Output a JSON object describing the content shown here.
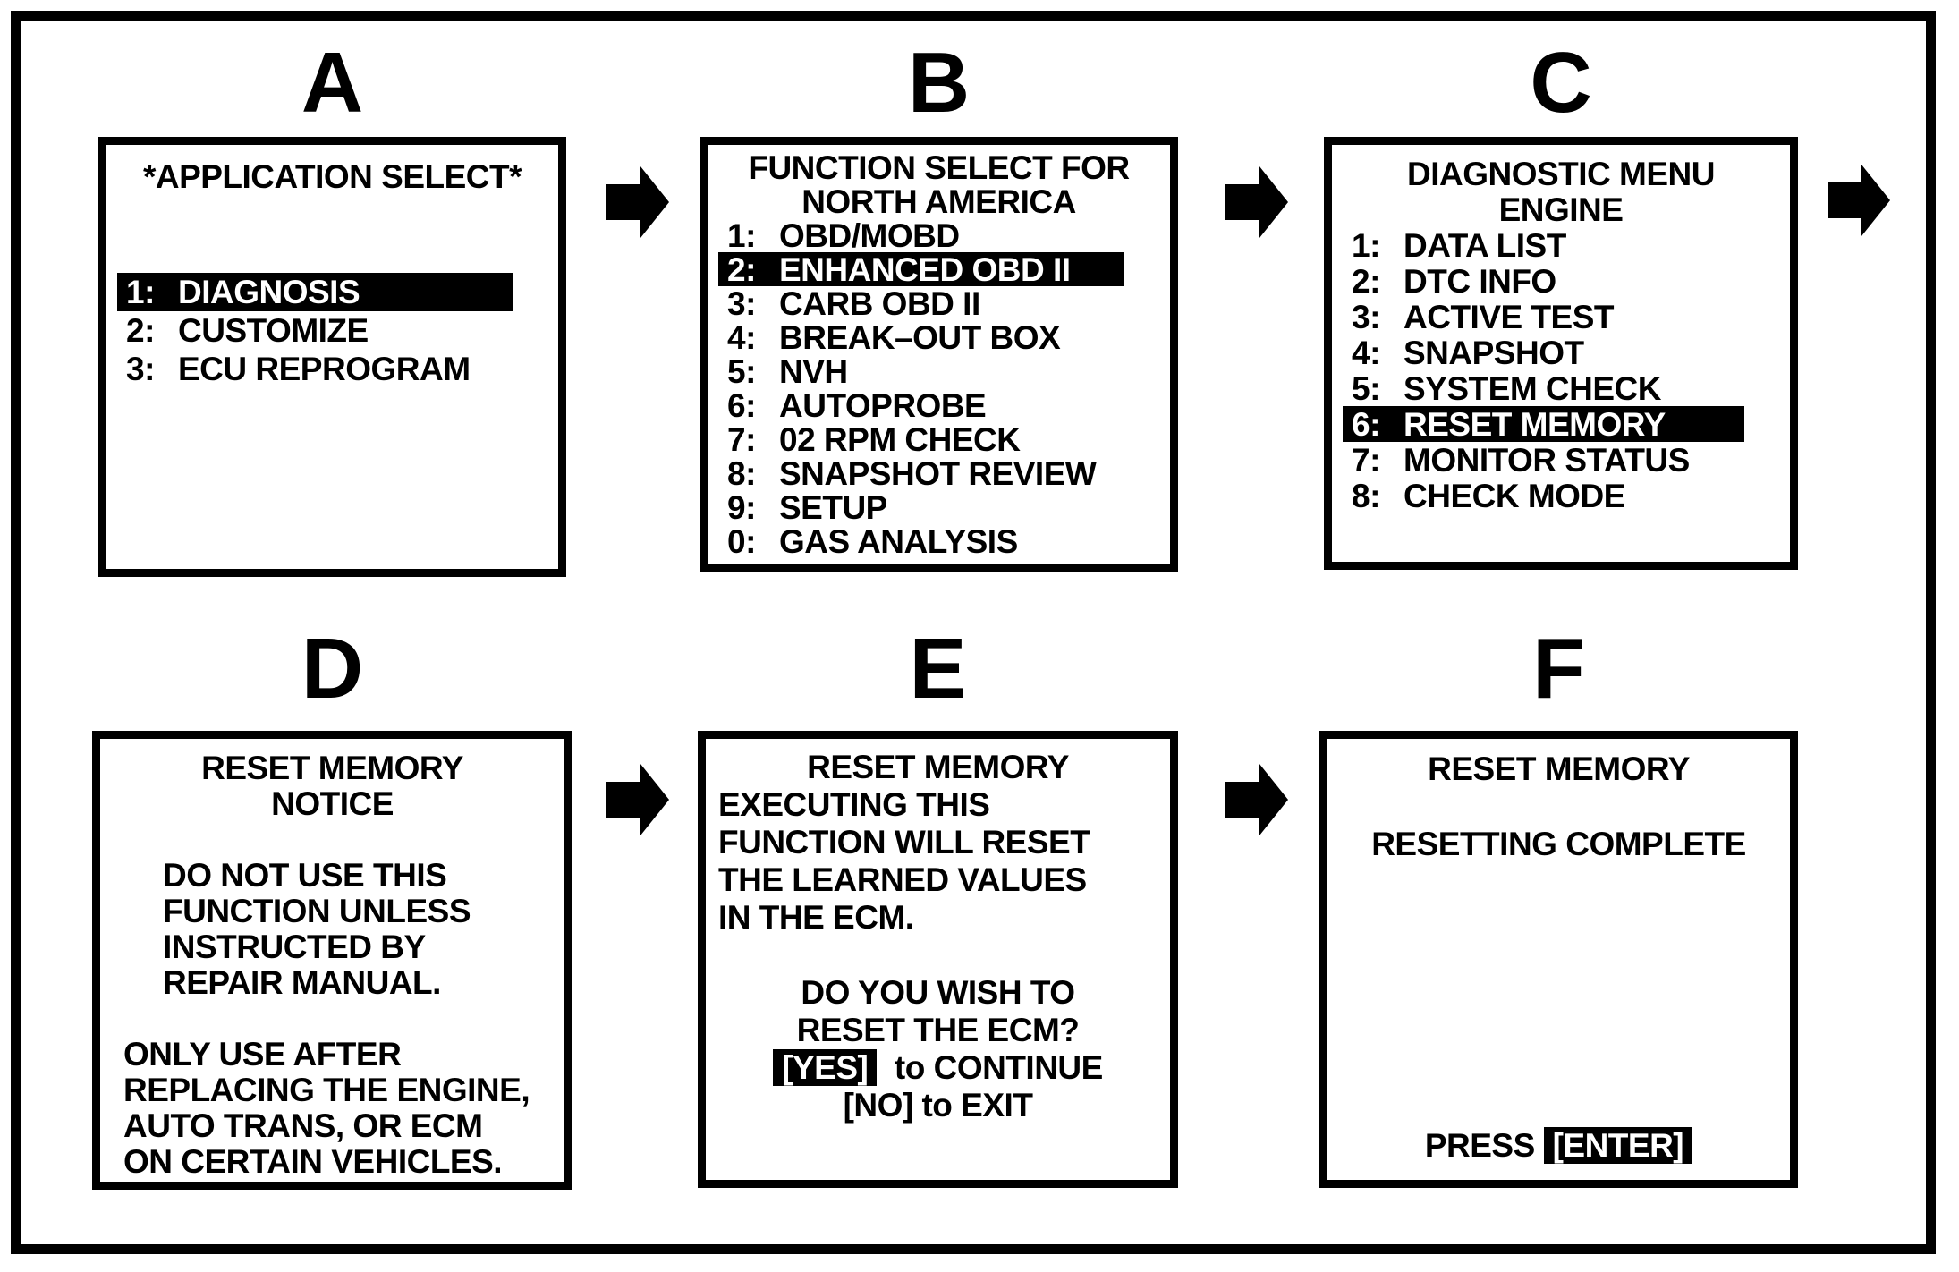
{
  "figure": {
    "ink_color": "#000000",
    "paper_color": "#ffffff",
    "panels": [
      {
        "id": "A",
        "label": "A",
        "lines": [
          {
            "t": "center",
            "text": "*APPLICATION SELECT*"
          },
          {
            "t": "blank"
          },
          {
            "t": "blank"
          },
          {
            "t": "item",
            "num": "1:",
            "label": "DIAGNOSIS",
            "hl": true
          },
          {
            "t": "item",
            "num": "2:",
            "label": "CUSTOMIZE"
          },
          {
            "t": "item",
            "num": "3:",
            "label": "ECU REPROGRAM"
          }
        ]
      },
      {
        "id": "B",
        "label": "B",
        "lines": [
          {
            "t": "center",
            "text": "FUNCTION SELECT FOR"
          },
          {
            "t": "center",
            "text": "NORTH AMERICA"
          },
          {
            "t": "item",
            "num": "1:",
            "label": "OBD/MOBD"
          },
          {
            "t": "item",
            "num": "2:",
            "label": "ENHANCED OBD II",
            "hl": true
          },
          {
            "t": "item",
            "num": "3:",
            "label": "CARB OBD II"
          },
          {
            "t": "item",
            "num": "4:",
            "label": "BREAK–OUT BOX"
          },
          {
            "t": "item",
            "num": "5:",
            "label": "NVH"
          },
          {
            "t": "item",
            "num": "6:",
            "label": "AUTOPROBE"
          },
          {
            "t": "item",
            "num": "7:",
            "label": "02 RPM CHECK"
          },
          {
            "t": "item",
            "num": "8:",
            "label": "SNAPSHOT REVIEW"
          },
          {
            "t": "item",
            "num": "9:",
            "label": "SETUP"
          },
          {
            "t": "item",
            "num": "0:",
            "label": "GAS ANALYSIS"
          }
        ]
      },
      {
        "id": "C",
        "label": "C",
        "lines": [
          {
            "t": "center",
            "text": "DIAGNOSTIC MENU"
          },
          {
            "t": "center",
            "text": "ENGINE"
          },
          {
            "t": "item",
            "num": "1:",
            "label": "DATA LIST"
          },
          {
            "t": "item",
            "num": "2:",
            "label": "DTC INFO"
          },
          {
            "t": "item",
            "num": "3:",
            "label": "ACTIVE TEST"
          },
          {
            "t": "item",
            "num": "4:",
            "label": "SNAPSHOT"
          },
          {
            "t": "item",
            "num": "5:",
            "label": "SYSTEM CHECK"
          },
          {
            "t": "item",
            "num": "6:",
            "label": "RESET MEMORY",
            "hl": true
          },
          {
            "t": "item",
            "num": "7:",
            "label": "MONITOR STATUS"
          },
          {
            "t": "item",
            "num": "8:",
            "label": "CHECK MODE"
          }
        ]
      },
      {
        "id": "D",
        "label": "D",
        "lines": [
          {
            "t": "center",
            "text": "RESET MEMORY"
          },
          {
            "t": "center",
            "text": "NOTICE"
          },
          {
            "t": "blank"
          },
          {
            "t": "left",
            "text": "DO NOT USE THIS"
          },
          {
            "t": "left",
            "text": "FUNCTION UNLESS"
          },
          {
            "t": "left",
            "text": "INSTRUCTED BY"
          },
          {
            "t": "left",
            "text": "REPAIR MANUAL."
          },
          {
            "t": "blank"
          },
          {
            "t": "left",
            "text": "ONLY USE AFTER"
          },
          {
            "t": "left",
            "text": "REPLACING THE ENGINE,"
          },
          {
            "t": "left",
            "text": "AUTO TRANS, OR ECM"
          },
          {
            "t": "left",
            "text": "ON CERTAIN VEHICLES."
          }
        ]
      },
      {
        "id": "E",
        "label": "E",
        "lines": [
          {
            "t": "center",
            "text": "RESET MEMORY"
          },
          {
            "t": "left",
            "text": "EXECUTING THIS"
          },
          {
            "t": "left",
            "text": "FUNCTION WILL RESET"
          },
          {
            "t": "left",
            "text": "THE LEARNED VALUES"
          },
          {
            "t": "left",
            "text": "IN THE ECM."
          },
          {
            "t": "blank"
          },
          {
            "t": "center",
            "text": "DO YOU WISH TO"
          },
          {
            "t": "center",
            "text": "RESET THE ECM?"
          },
          {
            "t": "mixed",
            "align": "center",
            "parts": [
              {
                "text": "[YES]",
                "inv": true
              },
              {
                "text": "  to CONTINUE",
                "inv": false
              }
            ]
          },
          {
            "t": "center",
            "text": "[NO] to EXIT"
          }
        ]
      },
      {
        "id": "F",
        "label": "F",
        "lines": [
          {
            "t": "center",
            "text": "RESET MEMORY"
          },
          {
            "t": "blank"
          },
          {
            "t": "center",
            "text": "RESETTING COMPLETE"
          },
          {
            "t": "mixed",
            "bottom": true,
            "parts": [
              {
                "text": "PRESS ",
                "inv": false
              },
              {
                "text": "[ENTER]",
                "inv": true
              }
            ]
          }
        ]
      }
    ],
    "arrows": [
      {
        "from": "A",
        "to": "B"
      },
      {
        "from": "B",
        "to": "C"
      },
      {
        "from": "C",
        "to": "continued"
      },
      {
        "from": "D",
        "to": "E"
      },
      {
        "from": "E",
        "to": "F"
      }
    ]
  }
}
